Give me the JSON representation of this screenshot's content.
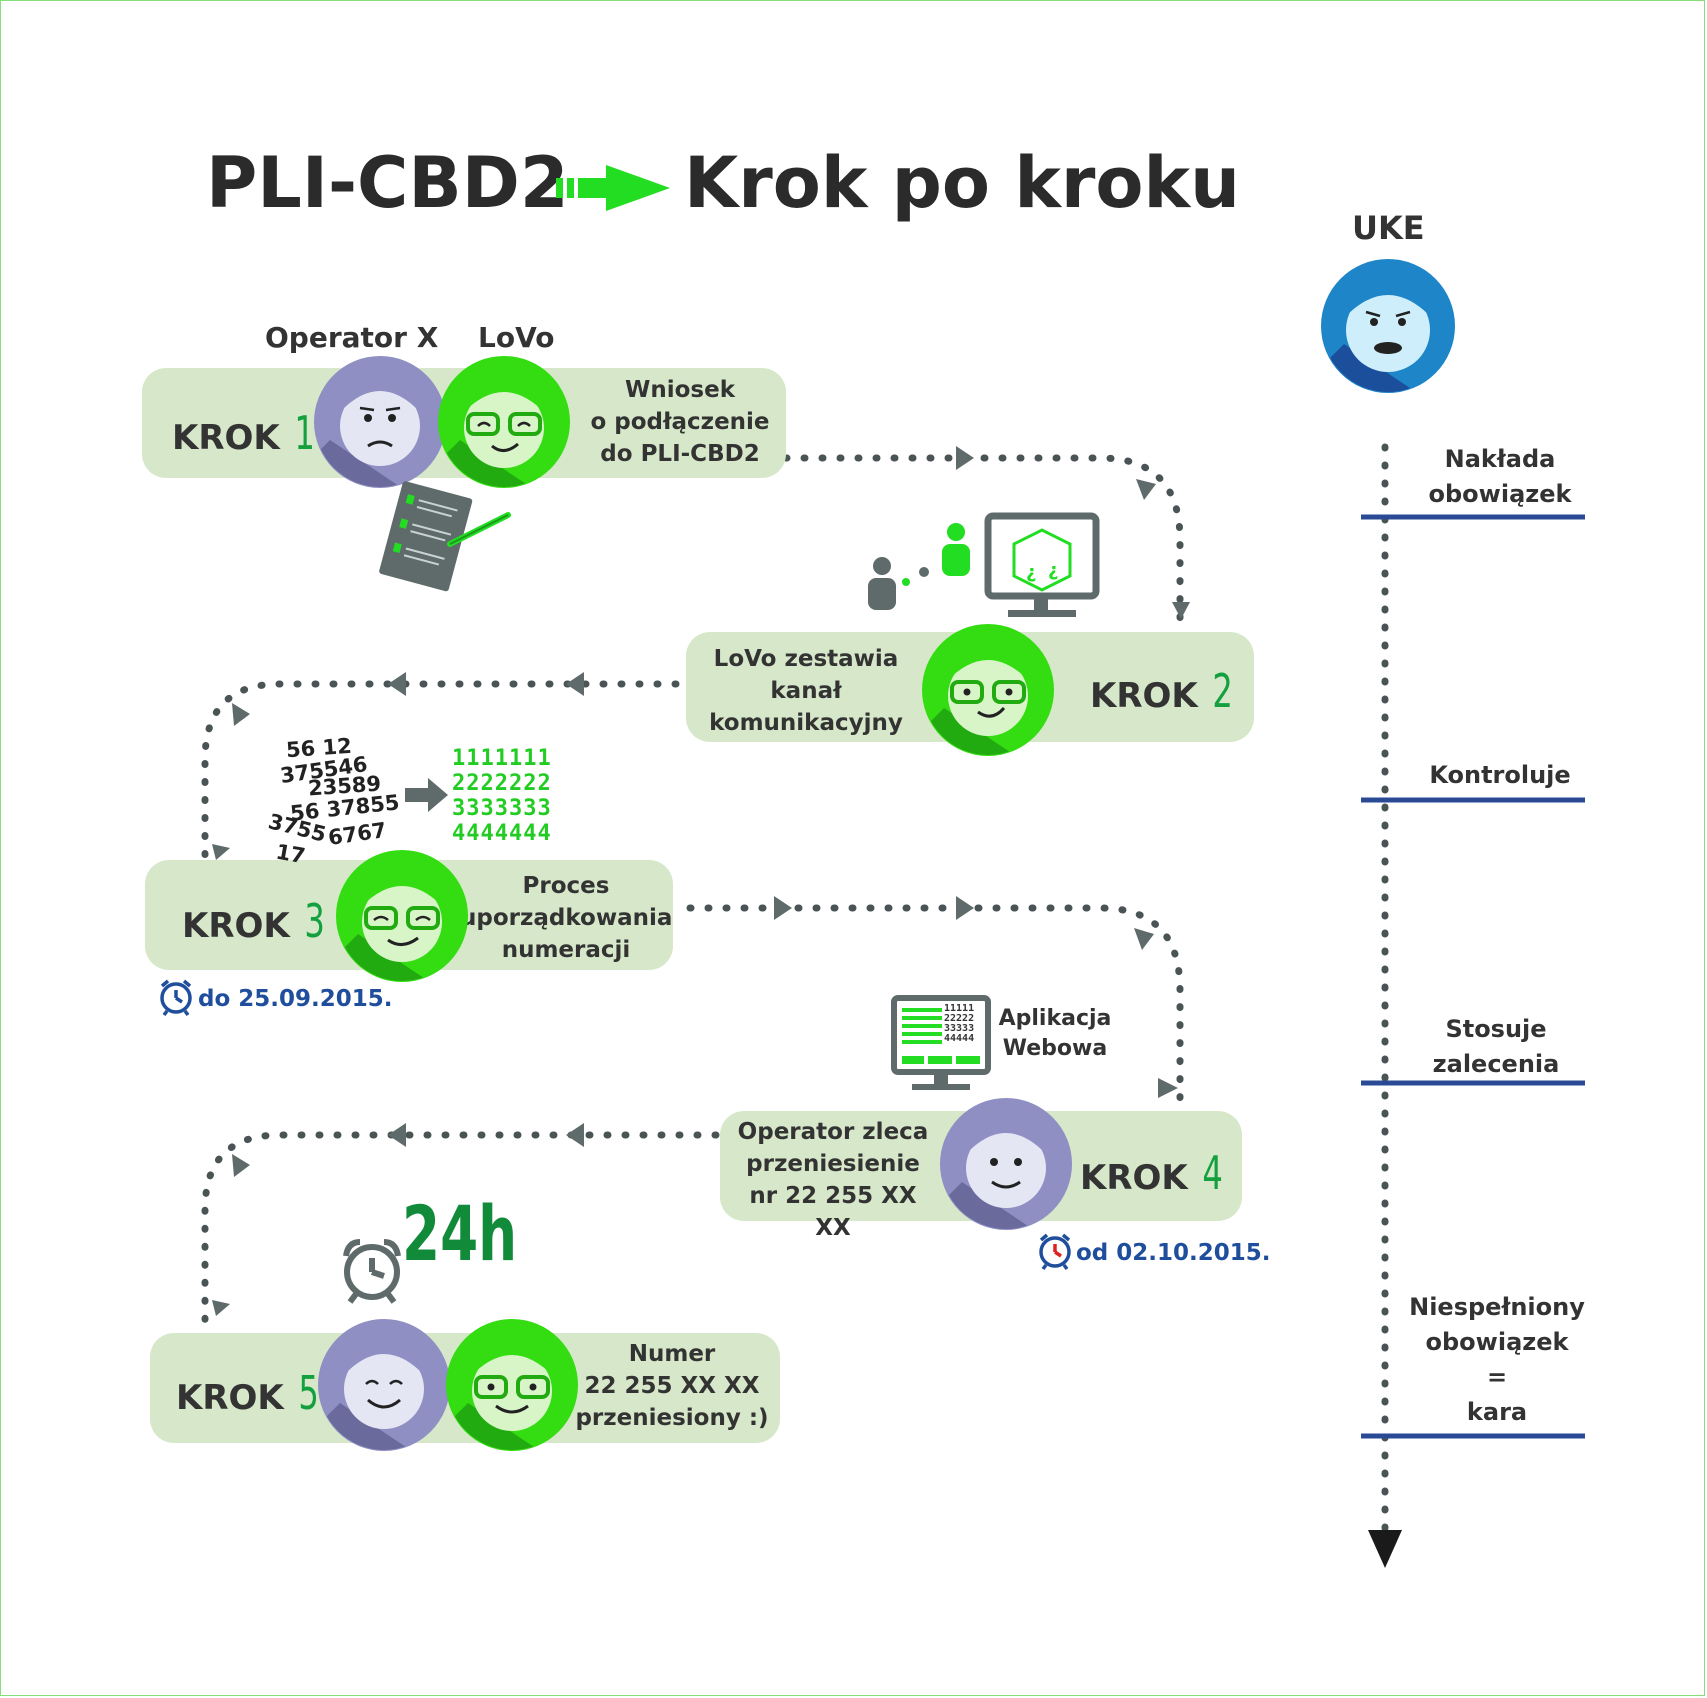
{
  "title": {
    "left": "PLI-CBD2",
    "right": "Krok po kroku"
  },
  "uke": {
    "label": "UKE",
    "timeline": [
      "Nakłada\nobowiązek",
      "Kontroluje",
      "Stosuje\nzalecenia",
      "Niespełniony\nobowiązek\n=\nkara"
    ]
  },
  "steps": [
    {
      "krok": "KROK",
      "num": "1",
      "text": "Wniosek\no podłączenie\ndo PLI-CBD2",
      "actors": [
        "Operator X",
        "LoVo"
      ]
    },
    {
      "krok": "KROK",
      "num": "2",
      "text": "LoVo zestawia\nkanał\nkomunikacyjny"
    },
    {
      "krok": "KROK",
      "num": "3",
      "text": "Proces\nuporządkowania\nnumeracji",
      "date": "do 25.09.2015."
    },
    {
      "krok": "KROK",
      "num": "4",
      "text": "Operator zleca\nprzeniesienie\nnr 22 255 XX XX",
      "date": "od 02.10.2015.",
      "app_label": "Aplikacja\nWebowa"
    },
    {
      "krok": "KROK",
      "num": "5",
      "text": "Numer\n22 255 XX XX\nprzeniesiony :)",
      "timer": "24h"
    }
  ],
  "numbers_scrambled": [
    "56 12",
    "375546",
    "23589",
    "56 37855",
    "3755",
    "6767",
    "17"
  ],
  "numbers_sorted": [
    "1111111",
    "2222222",
    "3333333",
    "4444444"
  ],
  "screen_numbers": [
    "11111",
    "22222",
    "33333",
    "44444"
  ],
  "colors": {
    "green": "#22cc22",
    "purple": "#8f8fc4",
    "pill": "#d6e8c9",
    "blue": "#1f4e9c",
    "arrow": "#5f6b6b"
  }
}
